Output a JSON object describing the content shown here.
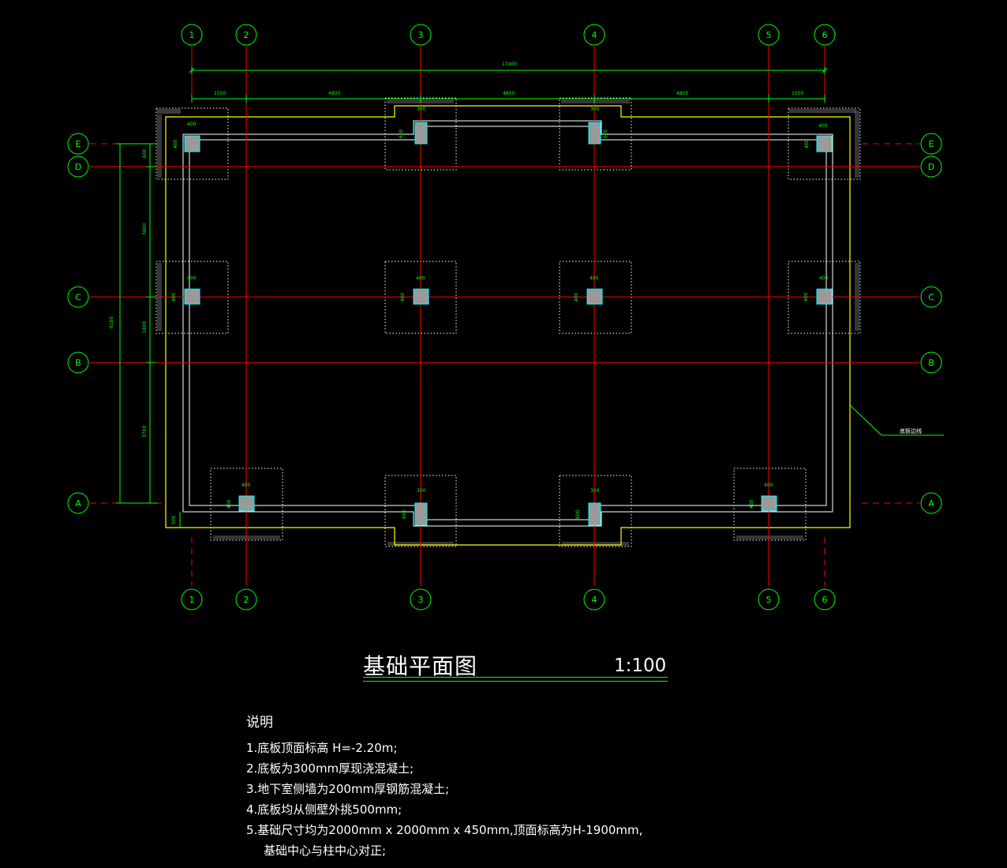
{
  "axes": {
    "vertical": [
      "1",
      "2",
      "3",
      "4",
      "5",
      "6"
    ],
    "horizontal": [
      "E",
      "D",
      "C",
      "B",
      "A"
    ]
  },
  "dimensions": {
    "top_overall": "17400",
    "top_segments": [
      "1500",
      "4800",
      "4800",
      "4800",
      "1500"
    ],
    "left_overall": "9100",
    "left_segments": [
      "600",
      "3800",
      "1800",
      "3700"
    ],
    "bottom_left_ext": "500"
  },
  "column_labels": {
    "w400": "400",
    "w300": "300",
    "h600": "600"
  },
  "callouts": {
    "slab_edge": "底板边线"
  },
  "title": {
    "main": "基础平面图",
    "scale": "1:100"
  },
  "notes": {
    "heading": "说明",
    "items": [
      "1.底板顶面标高 H=-2.20m;",
      "2.底板为300mm厚现浇混凝土;",
      "3.地下室侧墙为200mm厚钢筋混凝土;",
      "4.底板均从侧壁外挑500mm;",
      "5.基础尺寸均为2000mm x 2000mm x 450mm,顶面标高为H-1900mm,"
    ],
    "continuation": "基础中心与柱中心对正;"
  },
  "colors": {
    "background": "#000000",
    "axis_red": "#ff0000",
    "dimension_green": "#00ff00",
    "slab_yellow": "#ffff00",
    "wall_white": "#ffffff",
    "column_fill": "#9a9a9a",
    "column_edge": "#00ffff"
  }
}
